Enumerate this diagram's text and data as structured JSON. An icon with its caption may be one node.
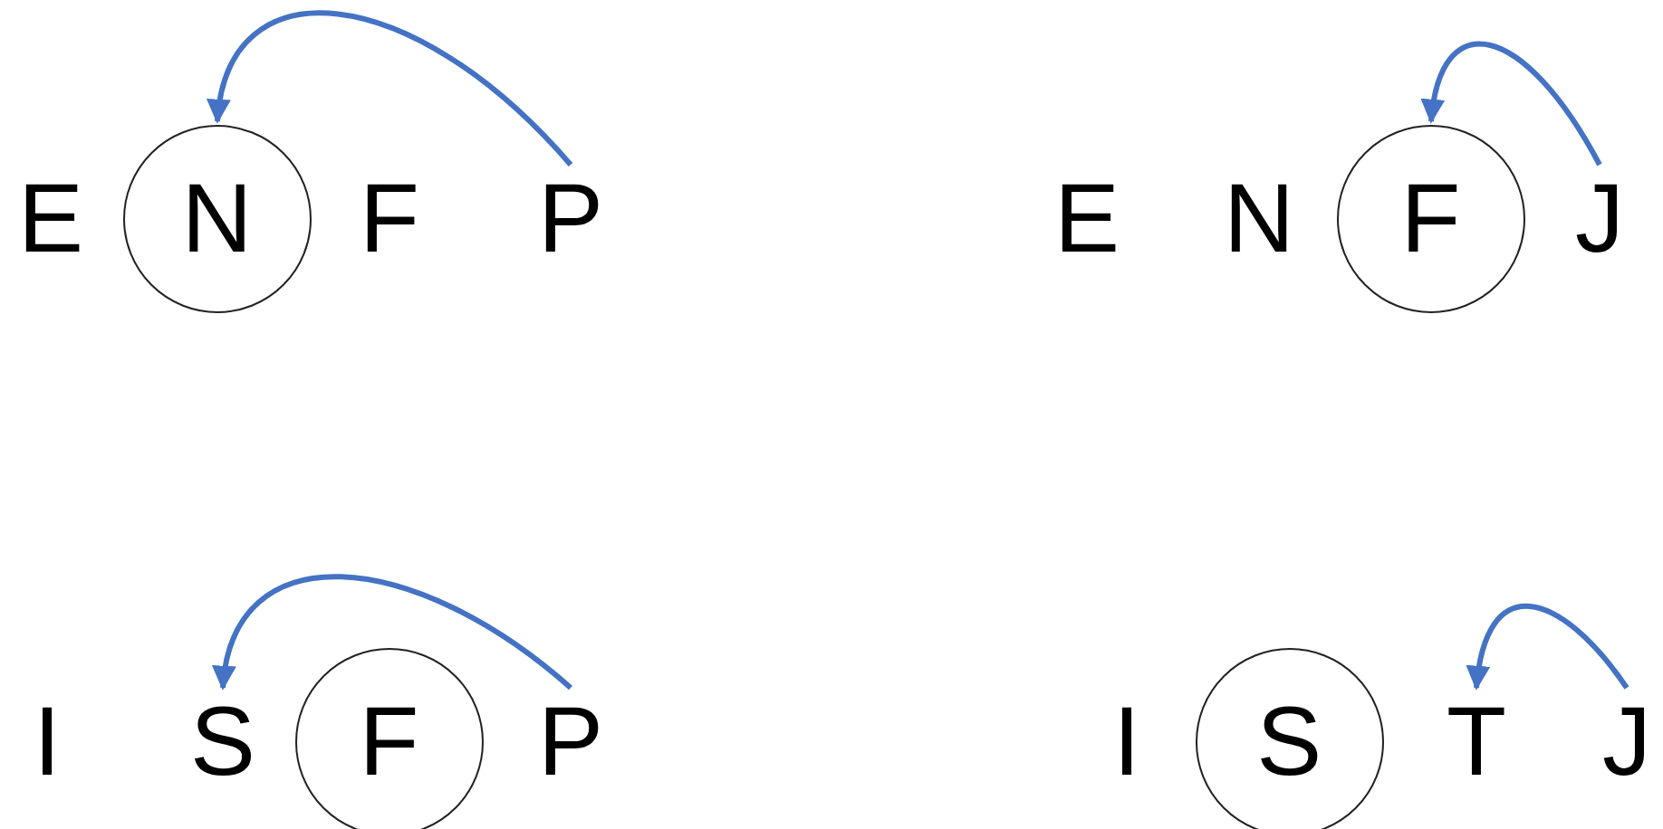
{
  "diagram": {
    "nodes": [
      {
        "text": [
          "E"
        ]
      },
      {
        "text": [],
        "shape": "circle"
      },
      {
        "text": [
          "N"
        ],
        "in": 1
      },
      {
        "text": [
          "F"
        ]
      },
      {
        "text": [
          "P"
        ]
      },
      {
        "text": [
          "E"
        ]
      },
      {
        "text": [
          "N"
        ]
      },
      {
        "text": [],
        "shape": "circle"
      },
      {
        "text": [
          "F"
        ],
        "in": 7
      },
      {
        "text": [
          "J"
        ]
      },
      {
        "text": [
          "I"
        ]
      },
      {
        "text": [
          "S"
        ]
      },
      {
        "text": [],
        "shape": "circle"
      },
      {
        "text": [
          "F"
        ],
        "in": 12
      },
      {
        "text": [
          "P"
        ]
      },
      {
        "text": [
          "I"
        ]
      },
      {
        "text": [],
        "shape": "circle"
      },
      {
        "text": [
          "S"
        ],
        "in": 16
      },
      {
        "text": [
          "T"
        ]
      },
      {
        "text": [
          "J"
        ]
      }
    ],
    "edges": [
      {
        "from": 4,
        "to": 1,
        "arrow": "to"
      },
      {
        "from": 9,
        "to": 7,
        "arrow": "to"
      },
      {
        "from": 14,
        "to": 11,
        "arrow": "to"
      },
      {
        "from": 19,
        "to": 18,
        "arrow": "to"
      }
    ]
  }
}
